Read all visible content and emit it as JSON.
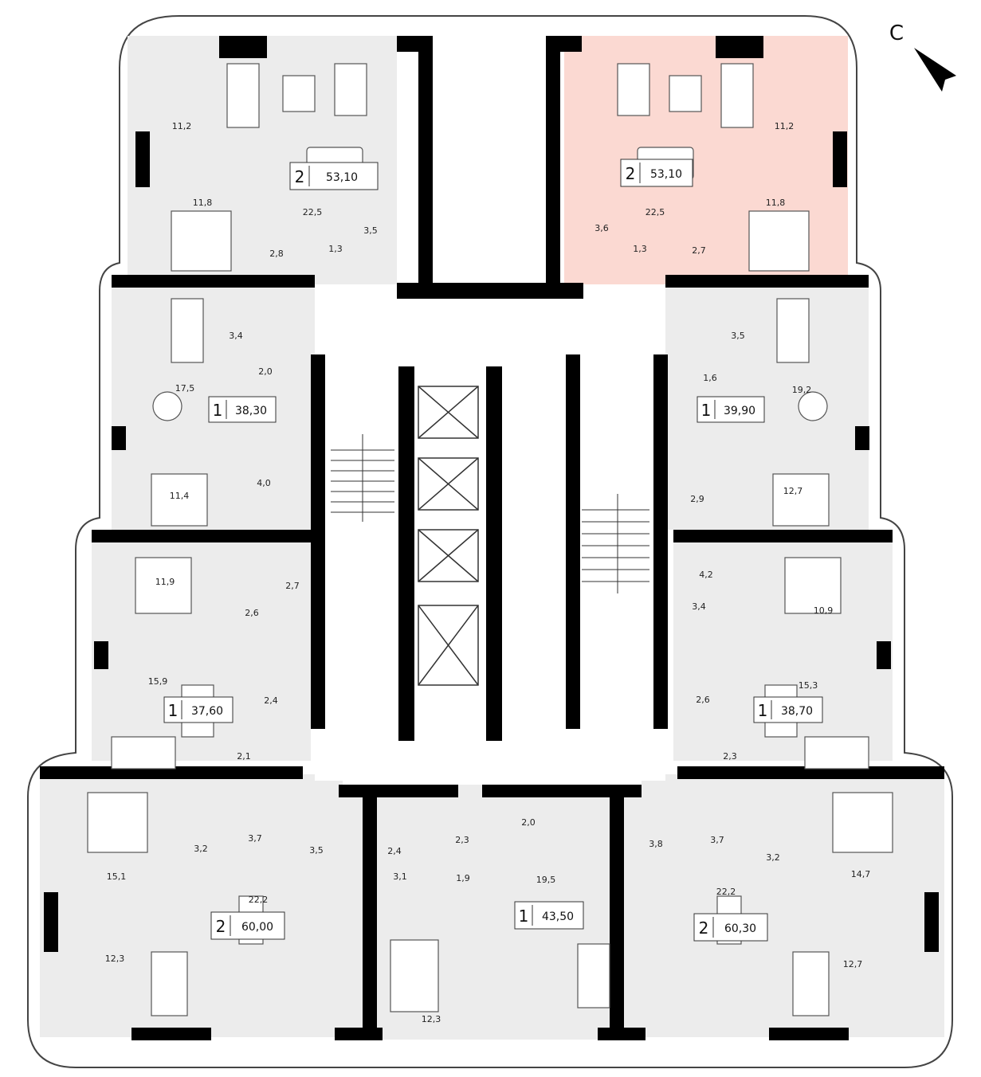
{
  "compass": {
    "label": "С"
  },
  "colors": {
    "highlight": "#fbd9d2",
    "unit_fill": "#ececec",
    "wall": "#000000",
    "corridor": "#ffffff"
  },
  "apartments": [
    {
      "id": "nw",
      "rooms": "2",
      "area": "53,10",
      "highlighted": false,
      "room_areas": [
        "11,2",
        "11,8",
        "22,5",
        "2,8",
        "1,3",
        "3,5"
      ]
    },
    {
      "id": "ne",
      "rooms": "2",
      "area": "53,10",
      "highlighted": true,
      "room_areas": [
        "11,2",
        "11,8",
        "22,5",
        "3,6",
        "1,3",
        "2,7"
      ]
    },
    {
      "id": "w1",
      "rooms": "1",
      "area": "38,30",
      "highlighted": false,
      "room_areas": [
        "3,4",
        "2,0",
        "17,5",
        "11,4",
        "4,0"
      ]
    },
    {
      "id": "e1",
      "rooms": "1",
      "area": "39,90",
      "highlighted": false,
      "room_areas": [
        "3,5",
        "1,6",
        "19,2",
        "12,7",
        "2,9"
      ]
    },
    {
      "id": "w2",
      "rooms": "1",
      "area": "37,60",
      "highlighted": false,
      "room_areas": [
        "11,9",
        "2,7",
        "2,6",
        "15,9",
        "2,4",
        "2,1"
      ]
    },
    {
      "id": "e2",
      "rooms": "1",
      "area": "38,70",
      "highlighted": false,
      "room_areas": [
        "4,2",
        "3,4",
        "10,9",
        "15,3",
        "2,6",
        "2,3"
      ]
    },
    {
      "id": "sw",
      "rooms": "2",
      "area": "60,00",
      "highlighted": false,
      "room_areas": [
        "3,2",
        "3,7",
        "3,5",
        "15,1",
        "22,2",
        "12,3"
      ]
    },
    {
      "id": "s",
      "rooms": "1",
      "area": "43,50",
      "highlighted": false,
      "room_areas": [
        "2,4",
        "3,1",
        "1,9",
        "2,3",
        "2,0",
        "19,5",
        "12,3"
      ]
    },
    {
      "id": "se",
      "rooms": "2",
      "area": "60,30",
      "highlighted": false,
      "room_areas": [
        "3,8",
        "3,7",
        "3,2",
        "14,7",
        "22,2",
        "12,7"
      ]
    }
  ]
}
